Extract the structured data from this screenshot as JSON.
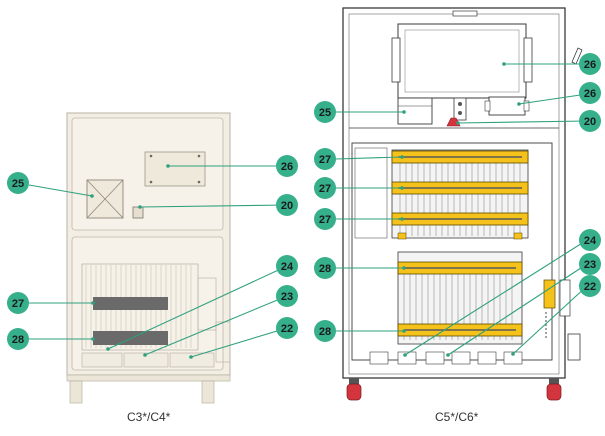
{
  "colors": {
    "badge": "#35b08a",
    "leader": "#2fa07e",
    "cabinet_left_fill": "#f3eee3",
    "cabinet_left_line": "#b9b2a4",
    "cabinet_right_line": "#3a3a3a",
    "heatsink_yellow": "#f4c21a",
    "heatsink_dark": "#5a5a5a",
    "caster_red": "#d4343e"
  },
  "captions": {
    "left": "C3*/C4*",
    "right": "C5*/C6*"
  },
  "callouts_left": [
    {
      "id": "l25",
      "label": "25"
    },
    {
      "id": "l26",
      "label": "26"
    },
    {
      "id": "l20",
      "label": "20"
    },
    {
      "id": "l24",
      "label": "24"
    },
    {
      "id": "l23",
      "label": "23"
    },
    {
      "id": "l22",
      "label": "22"
    },
    {
      "id": "l27",
      "label": "27"
    },
    {
      "id": "l28",
      "label": "28"
    }
  ],
  "callouts_right": [
    {
      "id": "r26a",
      "label": "26"
    },
    {
      "id": "r26b",
      "label": "26"
    },
    {
      "id": "r25",
      "label": "25"
    },
    {
      "id": "r20",
      "label": "20"
    },
    {
      "id": "r27a",
      "label": "27"
    },
    {
      "id": "r27b",
      "label": "27"
    },
    {
      "id": "r27c",
      "label": "27"
    },
    {
      "id": "r24",
      "label": "24"
    },
    {
      "id": "r23",
      "label": "23"
    },
    {
      "id": "r28a",
      "label": "28"
    },
    {
      "id": "r22",
      "label": "22"
    },
    {
      "id": "r28b",
      "label": "28"
    }
  ]
}
